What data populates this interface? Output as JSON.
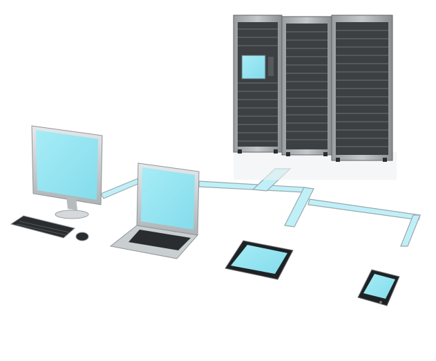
{
  "scene": {
    "server_rack_count": 3,
    "devices": [
      "desktop-computer",
      "laptop",
      "tablet",
      "smartphone"
    ],
    "colors": {
      "background": "#ffffff",
      "screen": "#8fe3f2",
      "cable_fill": "#bff0f8",
      "cable_edge": "#9aa7ab",
      "rack_body": "#7c8083",
      "rack_dark": "#3c4043",
      "device_silver": "#c9ced1",
      "device_black": "#1f2224"
    }
  }
}
